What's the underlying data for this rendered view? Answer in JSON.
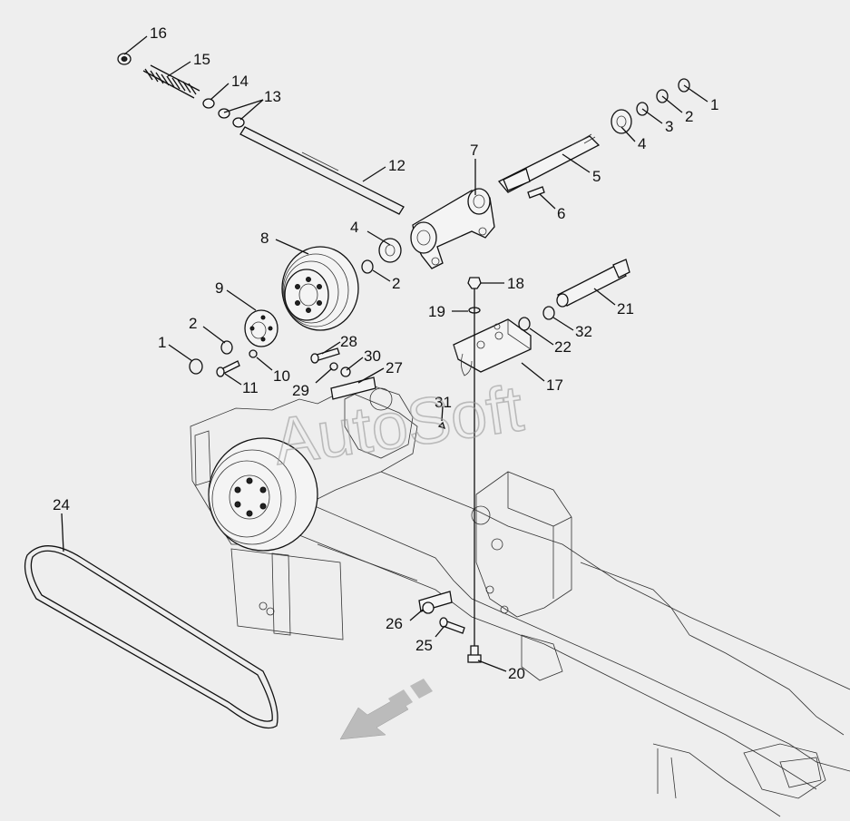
{
  "watermark": "AutoSoft",
  "callouts": [
    {
      "id": "c1a",
      "text": "1"
    },
    {
      "id": "c2a",
      "text": "2"
    },
    {
      "id": "c3",
      "text": "3"
    },
    {
      "id": "c4a",
      "text": "4"
    },
    {
      "id": "c5",
      "text": "5"
    },
    {
      "id": "c6",
      "text": "6"
    },
    {
      "id": "c7",
      "text": "7"
    },
    {
      "id": "c12",
      "text": "12"
    },
    {
      "id": "c13",
      "text": "13"
    },
    {
      "id": "c14",
      "text": "14"
    },
    {
      "id": "c15",
      "text": "15"
    },
    {
      "id": "c16",
      "text": "16"
    },
    {
      "id": "c4b",
      "text": "4"
    },
    {
      "id": "c8",
      "text": "8"
    },
    {
      "id": "c2b",
      "text": "2"
    },
    {
      "id": "c9",
      "text": "9"
    },
    {
      "id": "c2c",
      "text": "2"
    },
    {
      "id": "c1b",
      "text": "1"
    },
    {
      "id": "c10",
      "text": "10"
    },
    {
      "id": "c11",
      "text": "11"
    },
    {
      "id": "c18",
      "text": "18"
    },
    {
      "id": "c19",
      "text": "19"
    },
    {
      "id": "c21",
      "text": "21"
    },
    {
      "id": "c32",
      "text": "32"
    },
    {
      "id": "c22",
      "text": "22"
    },
    {
      "id": "c17",
      "text": "17"
    },
    {
      "id": "c28",
      "text": "28"
    },
    {
      "id": "c30",
      "text": "30"
    },
    {
      "id": "c29",
      "text": "29"
    },
    {
      "id": "c27",
      "text": "27"
    },
    {
      "id": "c31",
      "text": "31"
    },
    {
      "id": "c24",
      "text": "24"
    },
    {
      "id": "c26",
      "text": "26"
    },
    {
      "id": "c25",
      "text": "25"
    },
    {
      "id": "c20",
      "text": "20"
    }
  ]
}
